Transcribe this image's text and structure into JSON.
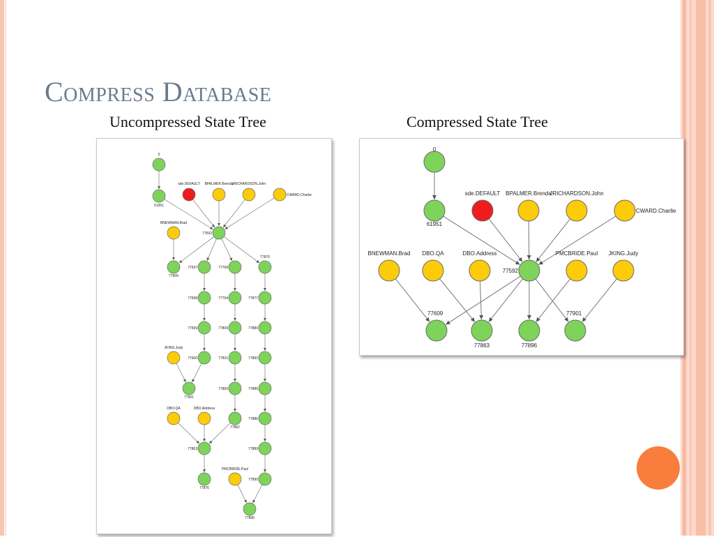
{
  "slide": {
    "title": "Compress Database",
    "left_caption": "Uncompressed State Tree",
    "right_caption": "Compressed State Tree"
  },
  "colors": {
    "state": "#7ed35a",
    "version": "#fccb0a",
    "default": "#ee1c1c",
    "title": "#6b7b8c",
    "accent": "#f97d3c"
  },
  "compressed_tree": {
    "nodes": [
      {
        "id": "0",
        "label": "0",
        "kind": "state"
      },
      {
        "id": "61951",
        "label": "61951",
        "kind": "state"
      },
      {
        "id": "sde",
        "label": "sde.DEFAULT",
        "kind": "default"
      },
      {
        "id": "bpalmer",
        "label": "BPALMER.Brenda",
        "kind": "version"
      },
      {
        "id": "jrichardson",
        "label": "JRICHARDSON.John",
        "kind": "version"
      },
      {
        "id": "cward",
        "label": "CWARD.Charlie",
        "kind": "version"
      },
      {
        "id": "bnewman",
        "label": "BNEWMAN.Brad",
        "kind": "version"
      },
      {
        "id": "dboqa",
        "label": "DBO.QA",
        "kind": "version"
      },
      {
        "id": "dboaddr",
        "label": "DBO.Address",
        "kind": "version"
      },
      {
        "id": "77592",
        "label": "77592",
        "kind": "state"
      },
      {
        "id": "pmcbride",
        "label": "PMCBRIDE.Paul",
        "kind": "version"
      },
      {
        "id": "jking",
        "label": "JKING.Judy",
        "kind": "version"
      },
      {
        "id": "77609",
        "label": "77609",
        "kind": "state"
      },
      {
        "id": "77863",
        "label": "77863",
        "kind": "state"
      },
      {
        "id": "77896",
        "label": "77896",
        "kind": "state"
      },
      {
        "id": "77901",
        "label": "77901",
        "kind": "state"
      }
    ],
    "edges": [
      [
        "0",
        "61951"
      ],
      [
        "61951",
        "77592"
      ],
      [
        "sde",
        "77592"
      ],
      [
        "bpalmer",
        "77592"
      ],
      [
        "jrichardson",
        "77592"
      ],
      [
        "cward",
        "77592"
      ],
      [
        "77592",
        "77609"
      ],
      [
        "77592",
        "77863"
      ],
      [
        "77592",
        "77896"
      ],
      [
        "77592",
        "77901"
      ],
      [
        "bnewman",
        "77609"
      ],
      [
        "dboqa",
        "77863"
      ],
      [
        "dboaddr",
        "77863"
      ],
      [
        "pmcbride",
        "77896"
      ],
      [
        "jking",
        "77901"
      ]
    ]
  },
  "uncompressed_tree": {
    "nodes": [
      {
        "id": "u0",
        "label": "0",
        "kind": "state"
      },
      {
        "id": "u61951",
        "label": "61951",
        "kind": "state"
      },
      {
        "id": "usde",
        "label": "sde.DEFAULT",
        "kind": "default"
      },
      {
        "id": "ubp",
        "label": "BPALMER.Brenda",
        "kind": "version"
      },
      {
        "id": "ujr",
        "label": "JRICHARDSON.John",
        "kind": "version"
      },
      {
        "id": "ucw",
        "label": "CWARD.Charlie",
        "kind": "version"
      },
      {
        "id": "ubn",
        "label": "BNEWMAN.Brad",
        "kind": "version"
      },
      {
        "id": "u77592",
        "label": "77592",
        "kind": "state"
      },
      {
        "id": "u77609",
        "label": "77609",
        "kind": "state"
      },
      {
        "id": "ua1",
        "label": "77597",
        "kind": "state"
      },
      {
        "id": "ub1",
        "label": "77768",
        "kind": "state"
      },
      {
        "id": "uc1",
        "label": "77870",
        "kind": "state"
      },
      {
        "id": "ua2",
        "label": "77598",
        "kind": "state"
      },
      {
        "id": "ub2",
        "label": "77794",
        "kind": "state"
      },
      {
        "id": "uc2",
        "label": "77877",
        "kind": "state"
      },
      {
        "id": "ua3",
        "label": "77599",
        "kind": "state"
      },
      {
        "id": "ub3",
        "label": "77809",
        "kind": "state"
      },
      {
        "id": "uc3",
        "label": "77880",
        "kind": "state"
      },
      {
        "id": "ujk",
        "label": "JKING.Judy",
        "kind": "version"
      },
      {
        "id": "ua4",
        "label": "77600",
        "kind": "state"
      },
      {
        "id": "ub4",
        "label": "77831",
        "kind": "state"
      },
      {
        "id": "uc4",
        "label": "77882",
        "kind": "state"
      },
      {
        "id": "u77901",
        "label": "77901",
        "kind": "state"
      },
      {
        "id": "ub5",
        "label": "77860",
        "kind": "state"
      },
      {
        "id": "uc5",
        "label": "77885",
        "kind": "state"
      },
      {
        "id": "uqa",
        "label": "DBO.QA",
        "kind": "version"
      },
      {
        "id": "uaddr",
        "label": "DBO.Address",
        "kind": "version"
      },
      {
        "id": "ub6",
        "label": "77862",
        "kind": "state"
      },
      {
        "id": "uc6",
        "label": "77886",
        "kind": "state"
      },
      {
        "id": "u77863",
        "label": "77863",
        "kind": "state"
      },
      {
        "id": "uc7",
        "label": "77889",
        "kind": "state"
      },
      {
        "id": "u77876",
        "label": "77876",
        "kind": "state"
      },
      {
        "id": "upmc",
        "label": "PMCBRIDE.Paul",
        "kind": "version"
      },
      {
        "id": "uc8",
        "label": "77890",
        "kind": "state"
      },
      {
        "id": "u77896",
        "label": "77896",
        "kind": "state"
      }
    ],
    "edges": [
      [
        "u0",
        "u61951"
      ],
      [
        "u61951",
        "u77592"
      ],
      [
        "usde",
        "u77592"
      ],
      [
        "ubp",
        "u77592"
      ],
      [
        "ujr",
        "u77592"
      ],
      [
        "ucw",
        "u77592"
      ],
      [
        "ubn",
        "u77609"
      ],
      [
        "u77592",
        "u77609"
      ],
      [
        "u77592",
        "ua1"
      ],
      [
        "u77592",
        "ub1"
      ],
      [
        "u77592",
        "uc1"
      ],
      [
        "ua1",
        "ua2"
      ],
      [
        "ua2",
        "ua3"
      ],
      [
        "ua3",
        "ua4"
      ],
      [
        "ujk",
        "u77901"
      ],
      [
        "ua4",
        "u77901"
      ],
      [
        "ub1",
        "ub2"
      ],
      [
        "ub2",
        "ub3"
      ],
      [
        "ub3",
        "ub4"
      ],
      [
        "ub4",
        "ub5"
      ],
      [
        "ub5",
        "ub6"
      ],
      [
        "uc1",
        "uc2"
      ],
      [
        "uc2",
        "uc3"
      ],
      [
        "uc3",
        "uc4"
      ],
      [
        "uc4",
        "uc5"
      ],
      [
        "uc5",
        "uc6"
      ],
      [
        "uc6",
        "uc7"
      ],
      [
        "uc7",
        "uc8"
      ],
      [
        "uqa",
        "u77863"
      ],
      [
        "uaddr",
        "u77863"
      ],
      [
        "ub6",
        "u77863"
      ],
      [
        "u77863",
        "u77876"
      ],
      [
        "upmc",
        "u77896"
      ],
      [
        "uc8",
        "u77896"
      ]
    ]
  }
}
